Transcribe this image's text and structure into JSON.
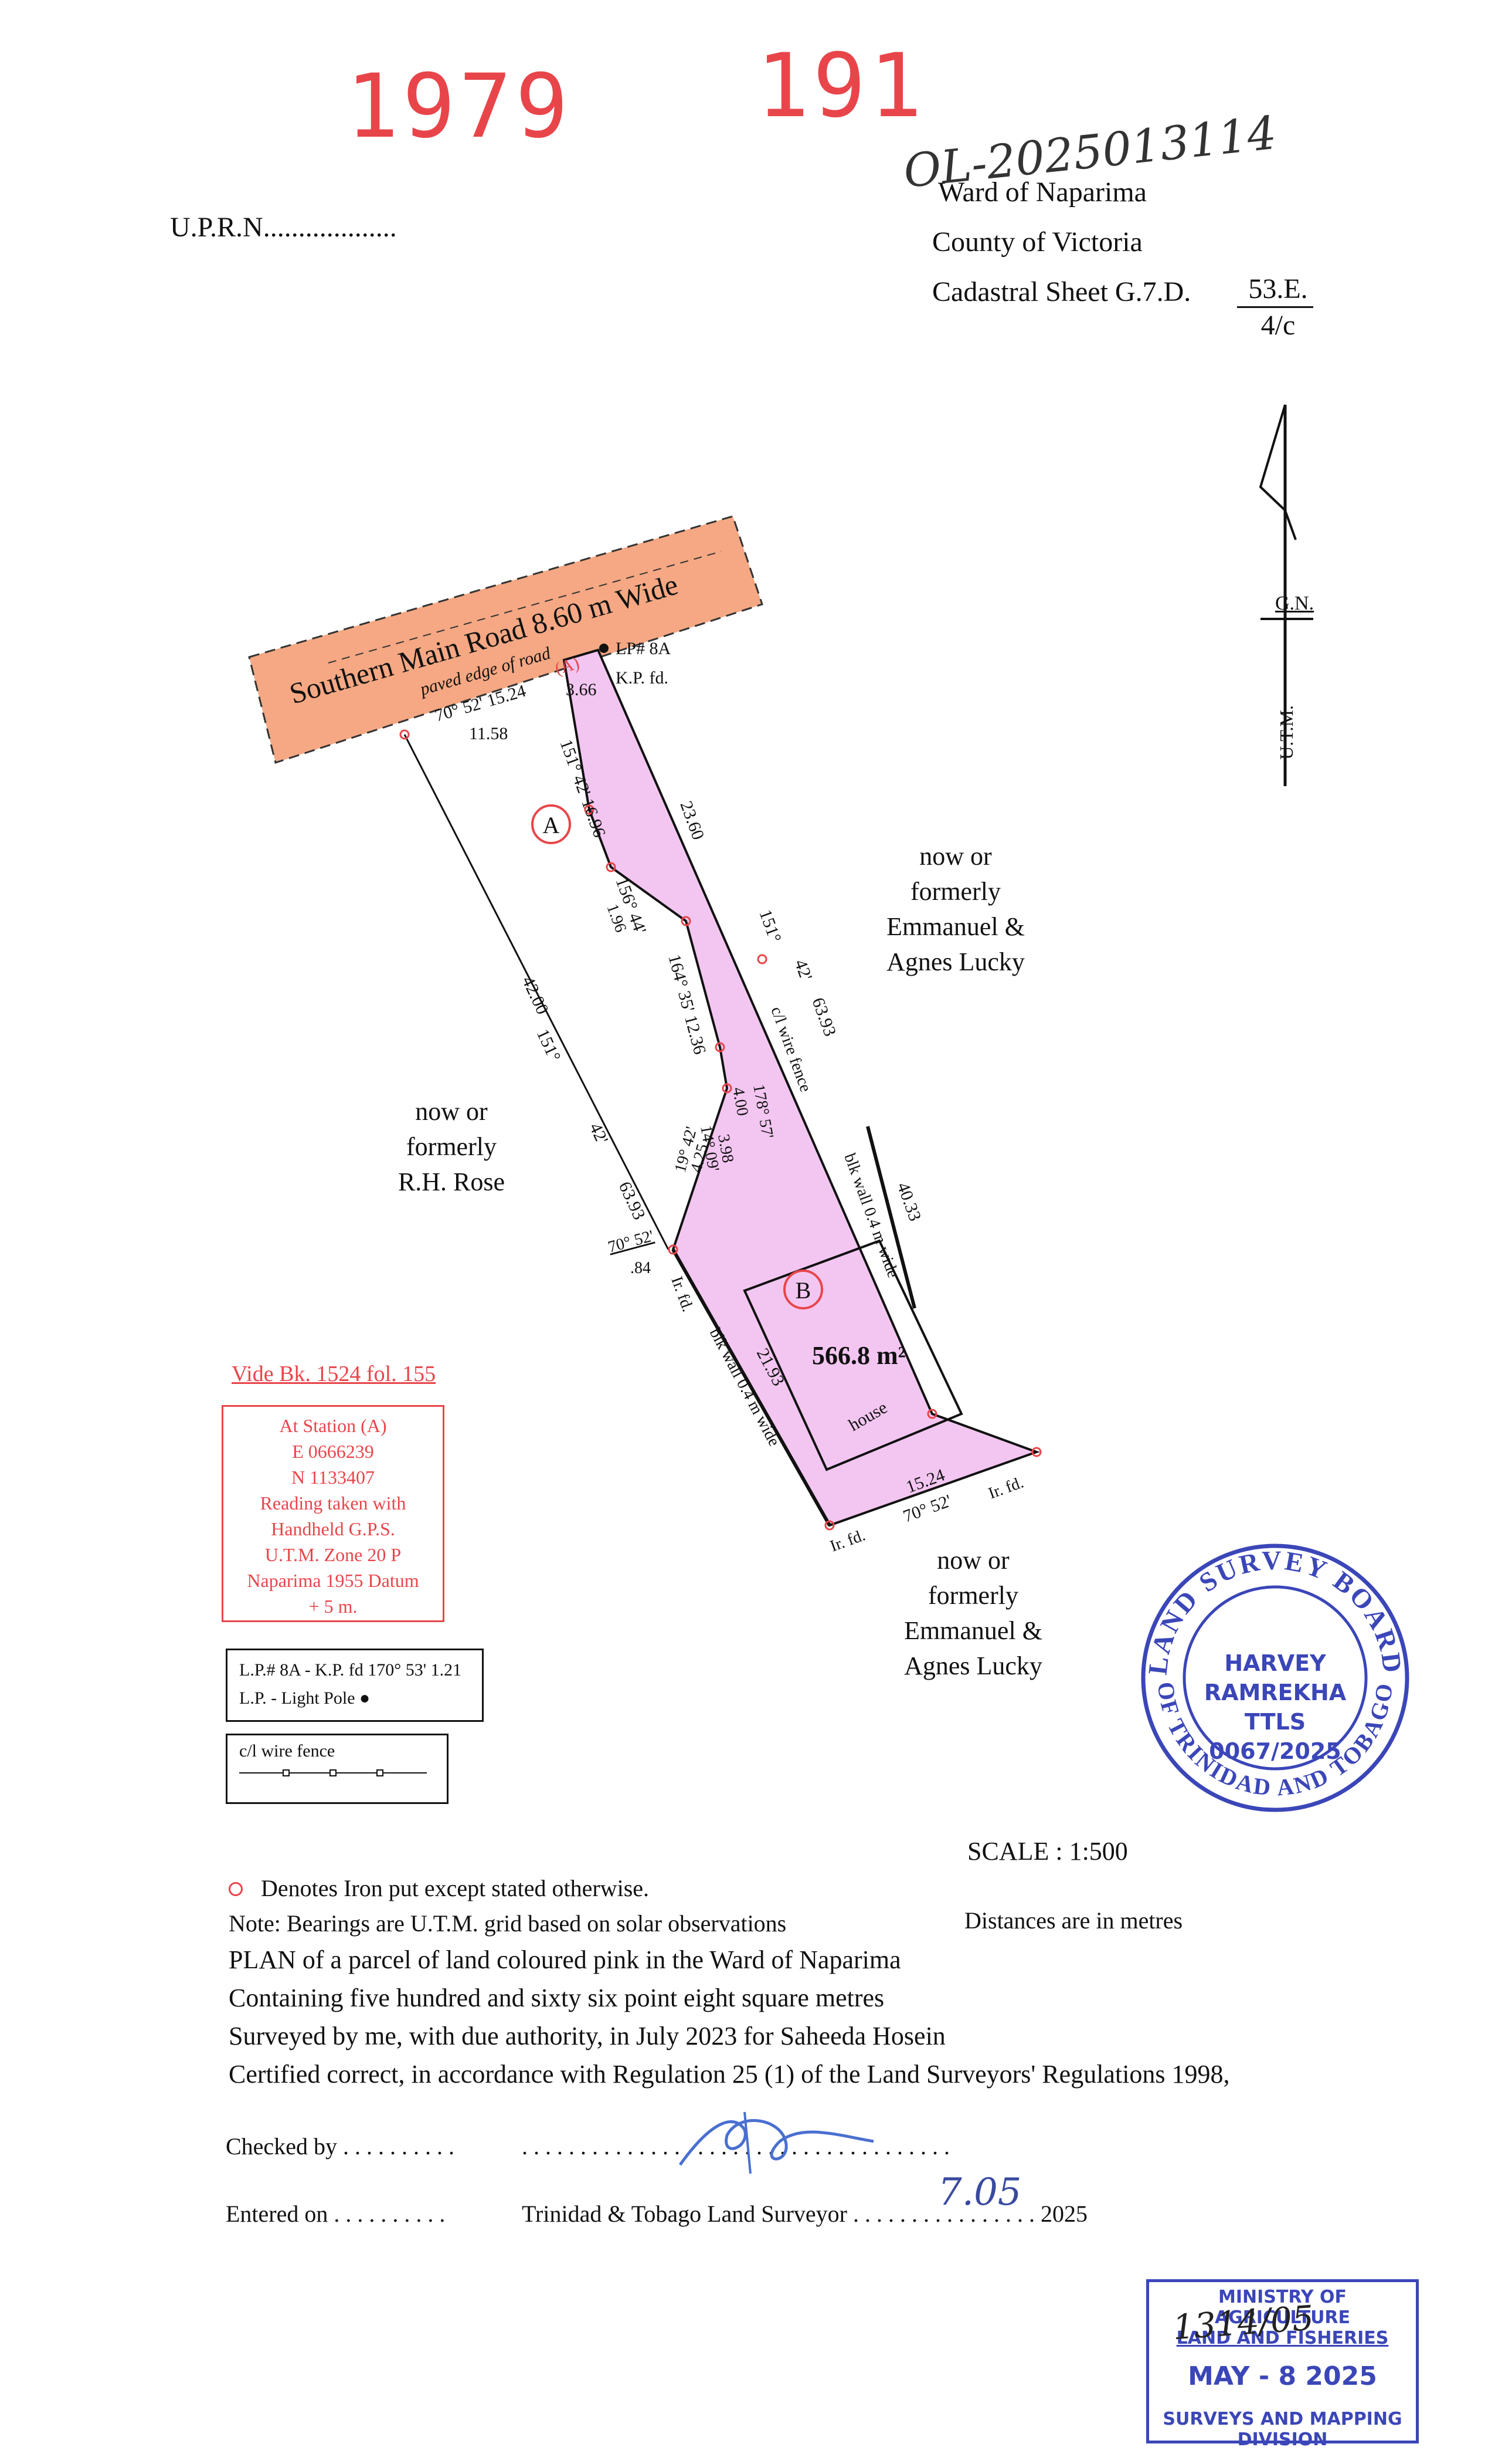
{
  "header": {
    "red_number_left": "1979",
    "red_number_right": "191",
    "handwritten_ref": "OL-2025013114",
    "uprn_label": "U.P.R.N...................",
    "ward": "Ward of Naparima",
    "county": "County of Victoria",
    "cadastral_label": "Cadastral Sheet  G.7.D.",
    "cadastral_num": "53.E.",
    "cadastral_den": "4/c"
  },
  "north_arrow": {
    "gn_label": "G.N.",
    "utm_label": "U.T.M."
  },
  "plan": {
    "road_name": "Southern Main Road 8.60 m Wide",
    "road_edge": "paved edge of road",
    "road_bearing": "70° 52'  15.24",
    "station_a_road": "(A)",
    "lp_label": "LP# 8A",
    "kp_label": "K.P. fd.",
    "dist_366": "3.66",
    "dist_1158": "11.58",
    "bearing_151_42_a": "151°  42'  16.96",
    "dist_2360": "23.60",
    "lot_a_label": "A",
    "lot_b_label": "B",
    "bearing_156_44": "156° 44'",
    "dist_196": "1.96",
    "bearing_151": "151°",
    "bearing_42": "42'",
    "dist_6393_right": "63.93",
    "cl_wire_fence": "c/l wire fence",
    "bearing_164_35": "164° 35'  12.36",
    "bearing_178_57": "178° 57'",
    "dist_400": "4.00",
    "bearing_14_09": "14° 09'",
    "dist_398": "3.98",
    "bearing_19_42": "19° 42'",
    "dist_425": "4.25",
    "dist_4200": "42.00",
    "left_151": "151°",
    "left_42": "42'",
    "dist_6393_left": "63.93",
    "bearing_70_52_84": "70° 52'",
    "dist_084": ".84",
    "ir_fd_top": "Ir. fd.",
    "blk_wall_right": "blk wall 0.4 m wide",
    "dist_4033": "40.33",
    "blk_wall_left": "blk wall 0.4 m wide",
    "dist_2193": "21.93",
    "area": "566.8 m²",
    "house": "house",
    "bottom_dist": "15.24",
    "bottom_bearing": "70°  52'",
    "ir_fd_bl": "Ir. fd.",
    "ir_fd_br": "Ir. fd.",
    "neighbour_right_top": [
      "now or",
      "formerly",
      "Emmanuel &",
      "Agnes Lucky"
    ],
    "neighbour_left": [
      "now or",
      "formerly",
      "R.H. Rose"
    ],
    "neighbour_bottom": [
      "now or",
      "formerly",
      "Emmanuel &",
      "Agnes Lucky"
    ]
  },
  "vide": "Vide Bk. 1524 fol. 155",
  "station_box": [
    "At Station (A)",
    "E 0666239",
    "N 1133407",
    "Reading taken with",
    "Handheld G.P.S.",
    "U.T.M. Zone 20 P",
    "Naparima 1955 Datum",
    "+ 5 m."
  ],
  "legend_lp": [
    "L.P.# 8A - K.P. fd 170° 53' 1.21",
    "L.P. - Light Pole  ●"
  ],
  "legend_fence": "c/l wire fence",
  "survey_stamp": {
    "ring_top": "LAND SURVEY BOARD",
    "ring_bottom": "OF TRINIDAD AND TOBAGO",
    "name": "HARVEY RAMREKHA",
    "title": "TTLS",
    "number": "0067/2025"
  },
  "notes": {
    "scale": "SCALE : 1:500",
    "iron_put": "Denotes Iron put except stated otherwise.",
    "bearings_note": "Note: Bearings are U.T.M. grid based on solar observations",
    "distances": "Distances are in metres",
    "plan_line": "PLAN of a parcel of land coloured pink in the Ward of Naparima",
    "containing": "Containing five hundred and sixty six point eight square metres",
    "surveyed": "Surveyed by me, with due authority, in July 2023 for Saheeda Hosein",
    "certified": "Certified correct, in accordance with Regulation 25 (1) of the Land Surveyors' Regulations 1998,"
  },
  "signoff": {
    "checked_by": "Checked by . . . . . . . . . .",
    "checked_dots": ". . . . . . . . . . . . . . . . . . . . . . . . . . . . . . . . . . . . .",
    "entered_on": "Entered on . . . . . . . . . .",
    "surveyor_label": "Trinidad & Tobago  Land Surveyor . . . . . . . . . . . . . . . . 2025",
    "date_hand": "7.05"
  },
  "ministry_stamp": {
    "line1": "MINISTRY OF AGRICULTURE",
    "line2": "LAND AND FISHERIES",
    "date": "MAY - 8 2025",
    "line3": "SURVEYS AND MAPPING",
    "line4": "DIVISION",
    "hand_ref": "1314/05"
  },
  "colors": {
    "road_fill": "#f5a883",
    "parcel_fill": "#f3c6f1",
    "red": "#e8454a",
    "stamp_blue": "#3b46b8"
  }
}
